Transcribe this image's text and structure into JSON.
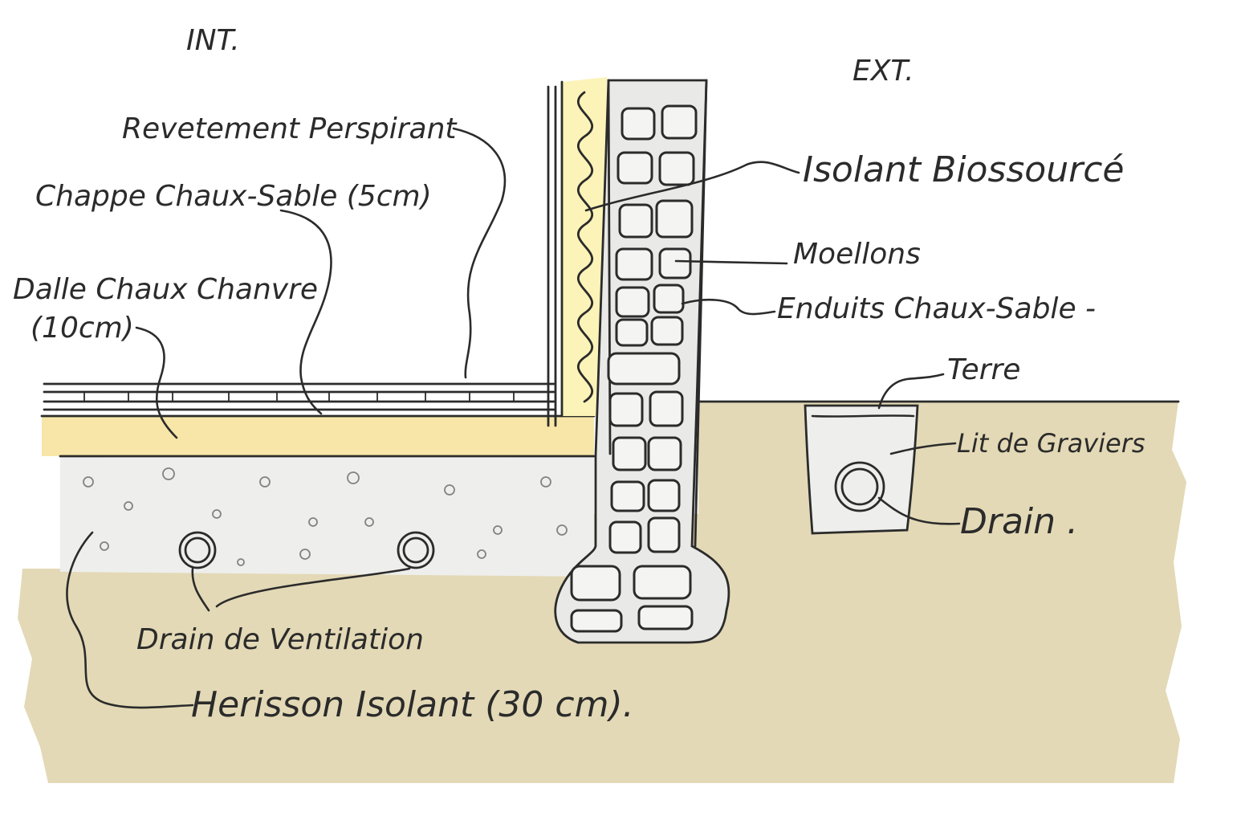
{
  "colors": {
    "ground": "#e3d9b6",
    "screed": "#f7e6a8",
    "insulation": "#fbf3b8",
    "gravel": "#eeeeec",
    "wall": "#e9e9e7",
    "ink": "#2b2b2b"
  },
  "labels": {
    "interior": "INT.",
    "exterior": "EXT.",
    "revetement": "Revetement Perspirant",
    "chappe": "Chappe Chaux-Sable (5cm)",
    "dalle_line1": "Dalle Chaux Chanvre",
    "dalle_line2": "(10cm)",
    "isolant": "Isolant Biossourcé",
    "moellons": "Moellons",
    "enduits": "Enduits Chaux-Sable -",
    "terre": "Terre",
    "lit": "Lit de Graviers",
    "drain": "Drain .",
    "drain_ventilation": "Drain de Ventilation",
    "herisson": "Herisson Isolant (30 cm)."
  }
}
